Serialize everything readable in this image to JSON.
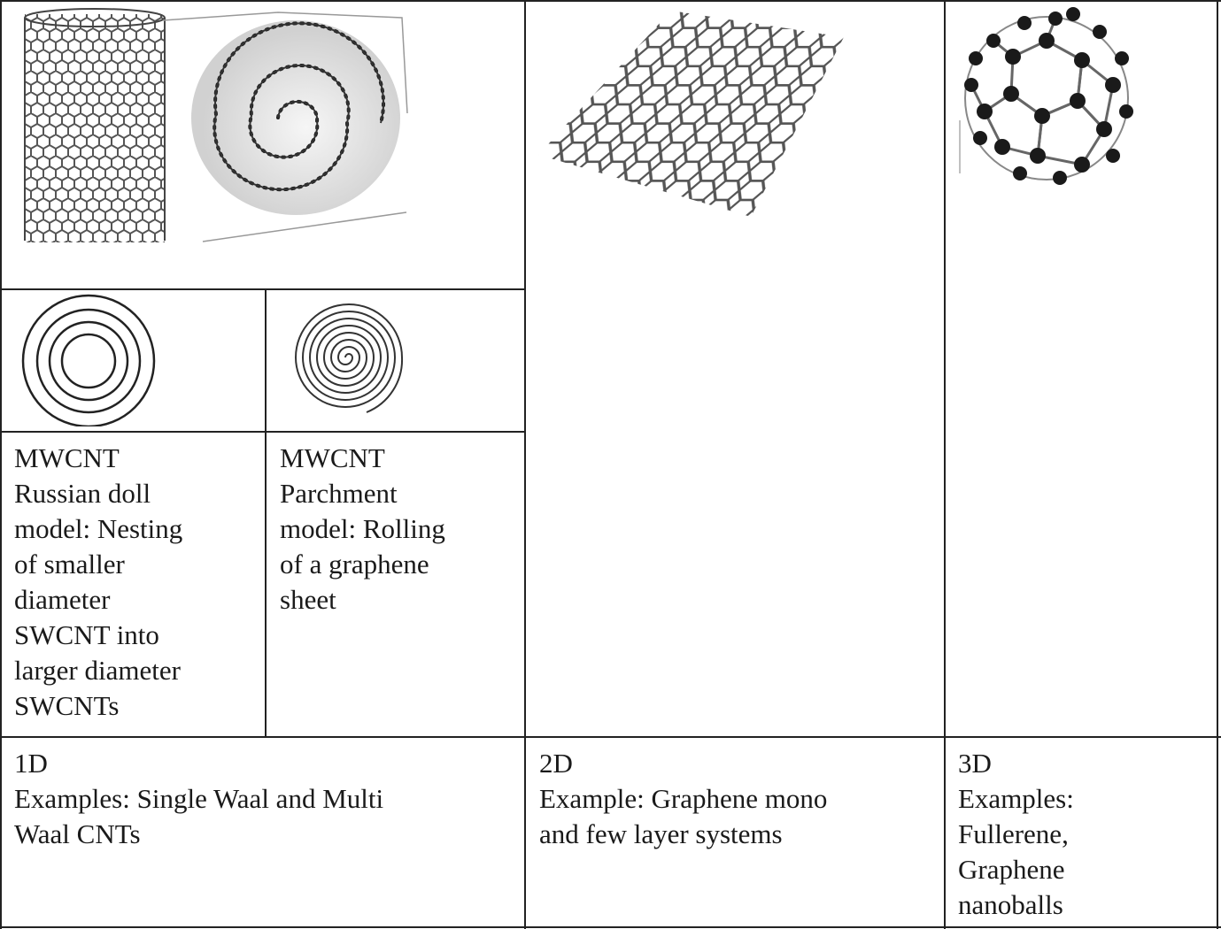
{
  "cells": {
    "mwcnt_russian_doll": {
      "lines": [
        "MWCNT",
        "Russian doll",
        "model: Nesting",
        "of smaller",
        "diameter",
        "SWCNT into",
        "larger diameter",
        "SWCNTs"
      ]
    },
    "mwcnt_parchment": {
      "lines": [
        "MWCNT",
        "Parchment",
        "model: Rolling",
        "of a graphene",
        "sheet"
      ]
    },
    "one_d": {
      "lines": [
        "1D",
        "Examples: Single Waal and Multi",
        "Waal CNTs"
      ]
    },
    "two_d": {
      "lines": [
        "2D",
        "Example: Graphene mono",
        "and few layer systems"
      ]
    },
    "three_d": {
      "lines": [
        "3D",
        "Examples:",
        "Fullerene,",
        "Graphene",
        "nanoballs"
      ]
    }
  },
  "figures": {
    "nanotube": "carbon-nanotube-illustration",
    "scroll": "rolled-graphene-scroll-illustration",
    "concentric_circles": "concentric-circles-diagram",
    "spiral": "spiral-diagram",
    "graphene": "graphene-sheet-illustration",
    "fullerene": "fullerene-ball-illustration"
  }
}
